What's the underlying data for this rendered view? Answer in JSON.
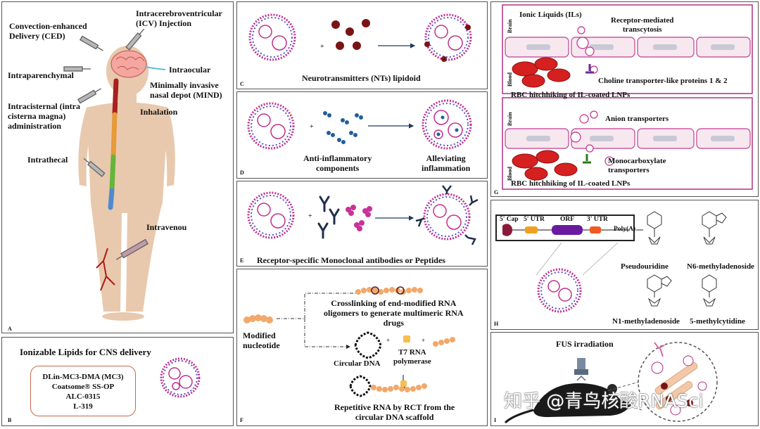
{
  "panelA": {
    "label": "A",
    "routes": {
      "ced": [
        "Convection-enhanced",
        "Delivery (CED)"
      ],
      "icv": [
        "Intracerebroventricular",
        "(ICV) Injection"
      ],
      "intraparenchymal": "Intraparenchymal",
      "intraocular": "Intraocular",
      "mind": [
        "Minimally invasive",
        "nasal depot (MIND)"
      ],
      "inhalation": "Inhalation",
      "intracisternal": [
        "Intracisternal (intra",
        "cisterna magna)",
        "administration"
      ],
      "intrathecal": "Intrathecal",
      "intravenous": "Intravenou"
    }
  },
  "panelB": {
    "label": "B",
    "title": "Ionizable Lipids for CNS delivery",
    "lipids": [
      "DLin-MC3-DMA (MC3)",
      "Coatsome® SS-OP",
      "ALC-0315",
      "L-319"
    ]
  },
  "panelC": {
    "label": "C",
    "caption": "Neurotransmitters (NTs) lipidoid"
  },
  "panelD": {
    "label": "D",
    "components": [
      "Anti-inflammatory",
      "components"
    ],
    "result": [
      "Alleviating",
      "inflammation"
    ]
  },
  "panelE": {
    "label": "E",
    "caption": "Receptor-specific Monoclonal antibodies or Peptides"
  },
  "panelF": {
    "label": "F",
    "modified": [
      "Modified",
      "nucleotide"
    ],
    "crosslink": [
      "Crosslinking of end-modified RNA",
      "oligomers to generate multimeric RNA",
      "drugs"
    ],
    "circular": "Circular DNA",
    "t7": [
      "T7 RNA",
      "polymerase"
    ],
    "rct": [
      "Repetitive RNA by RCT from the",
      "circular DNA scaffold"
    ]
  },
  "panelG": {
    "label": "G",
    "brain": "Brain",
    "blood": "Blood",
    "ionic": "Ionic Liquids (ILs)",
    "rmt": [
      "Receptor-mediated",
      "transcytosis"
    ],
    "choline": "Choline transporter-like proteins 1 & 2",
    "rbc": "RBC hitchhiking of IL-coated LNPs",
    "anion": "Anion transporters",
    "mct": [
      "Monocarboxylate",
      "transporters"
    ]
  },
  "panelH": {
    "label": "H",
    "cap": "5' Cap",
    "utr5": "5' UTR",
    "orf": "ORF",
    "utr3": "3' UTR",
    "polya": "Poly(A)",
    "pseudouridine": "Pseudouridine",
    "n6": "N6-methyladenoside",
    "n1": "N1-methyladenoside",
    "m5c": "5-methylcytidine"
  },
  "panelI": {
    "label": "I",
    "fus": "FUS irradiation"
  },
  "watermark": "知乎 @青鸟核酸RNASci",
  "colors": {
    "membrane": "#c2308a",
    "shell": "#5b4fd6",
    "rbc": "#d62020",
    "skin": "#e8c9ad"
  }
}
